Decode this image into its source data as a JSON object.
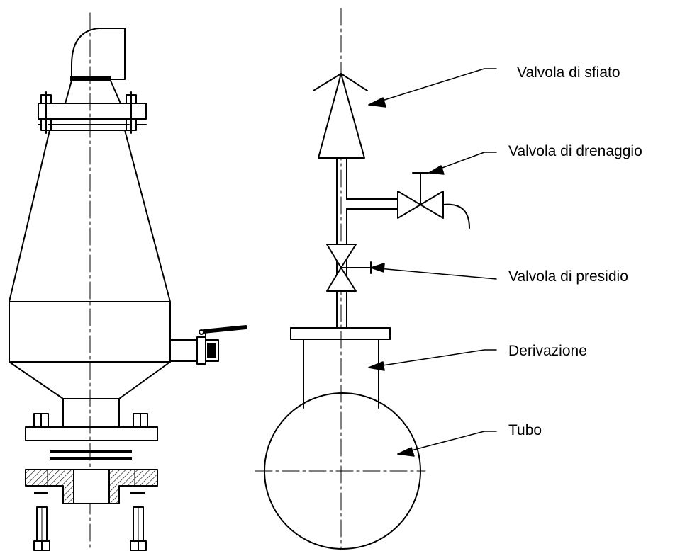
{
  "labels": {
    "vent_valve": "Valvola di sfiato",
    "drain_valve": "Valvola di drenaggio",
    "guard_valve": "Valvola di presidio",
    "branch": "Derivazione",
    "pipe": "Tubo"
  },
  "colors": {
    "ink": "#000000",
    "background": "#ffffff"
  }
}
